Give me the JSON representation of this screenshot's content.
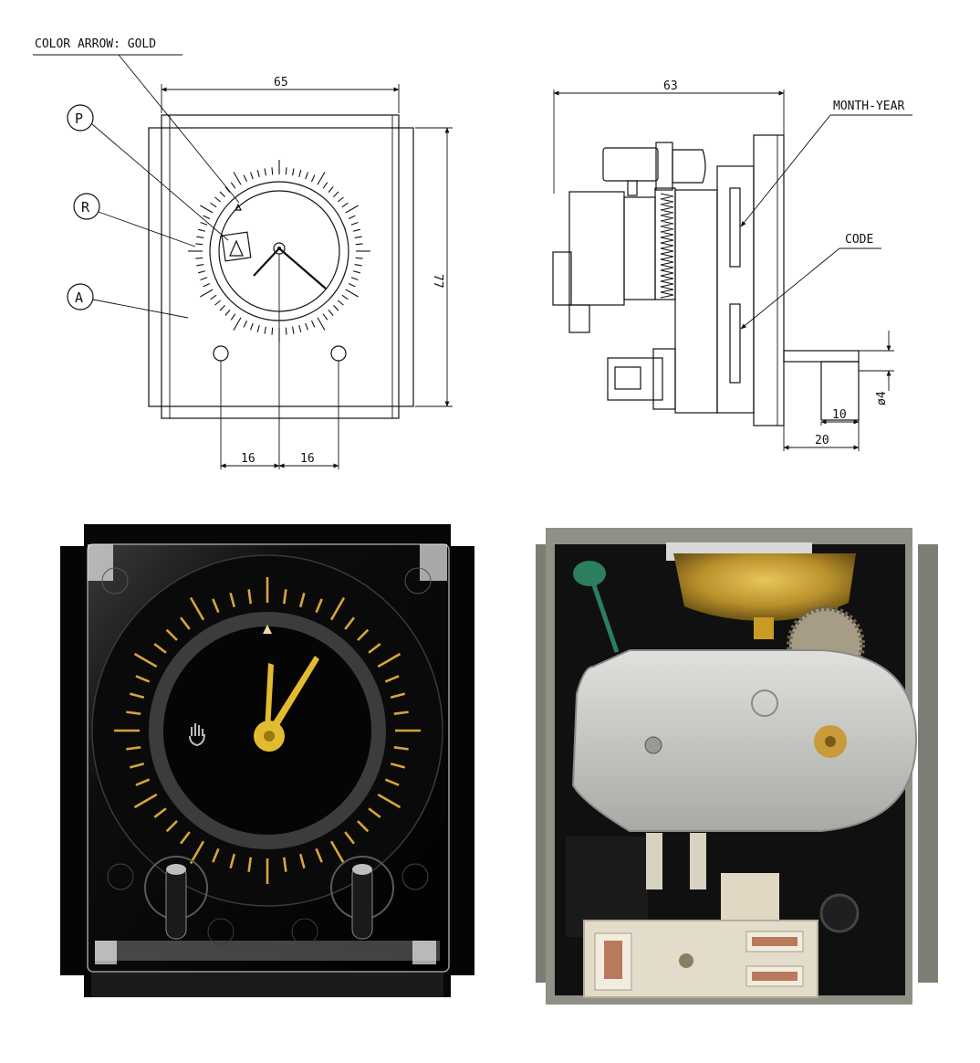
{
  "front_drawing": {
    "callout_color_arrow": "COLOR ARROW: GOLD",
    "label_p": "P",
    "label_r": "R",
    "label_a": "A",
    "dim_width": "65",
    "dim_height": "77",
    "dim_left_spacing": "16",
    "dim_right_spacing": "16"
  },
  "side_drawing": {
    "dim_depth": "63",
    "callout_month_year": "MONTH-YEAR",
    "callout_code": "CODE",
    "dim_shaft_length": "10",
    "dim_shaft_total": "20",
    "dim_shaft_diameter": "ø4"
  },
  "colors": {
    "panel_black": "#0c0c0c",
    "tick_gold": "#d8a43a",
    "hand_gold": "#e3bb2e",
    "arrow_cream": "#f1d9a6",
    "cup_gold": "#b9912c",
    "rear_gray": "#8f9187",
    "motor_silver": "#c9cac6",
    "connector_beige": "#e4dccb",
    "lever_green": "#2b7f5e"
  },
  "icons": {
    "manual_mode": "hand-icon",
    "index_arrow": "triangle-arrow-icon"
  }
}
